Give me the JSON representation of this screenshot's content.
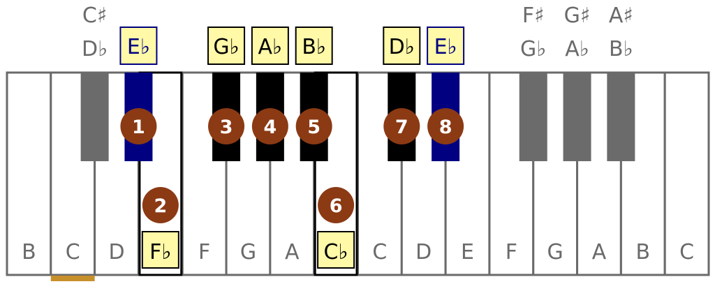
{
  "colors": {
    "inactive_black_key": "#6b6b6b",
    "scale_black_key": "#000000",
    "tonic_key": "#000080",
    "degree_circle": "#8b3a14",
    "label_highlight_fill": "#fff9a8",
    "label_gray": "#6a6a6a",
    "root_marker": "#c8902a"
  },
  "white_keys": [
    {
      "label": "B"
    },
    {
      "label": "C",
      "root_marker": true
    },
    {
      "label": "D"
    },
    {
      "label": "F♭",
      "in_scale": true,
      "degree": "2"
    },
    {
      "label": "F"
    },
    {
      "label": "G"
    },
    {
      "label": "A"
    },
    {
      "label": "C♭",
      "in_scale": true,
      "degree": "6"
    },
    {
      "label": "C"
    },
    {
      "label": "D"
    },
    {
      "label": "E"
    },
    {
      "label": "F"
    },
    {
      "label": "G"
    },
    {
      "label": "A"
    },
    {
      "label": "B"
    },
    {
      "label": "C"
    }
  ],
  "black_keys": [
    {
      "after_white": 1,
      "state": "inactive",
      "labels": [
        "C♯",
        "D♭"
      ]
    },
    {
      "after_white": 2,
      "state": "tonic",
      "labels": [
        "E♭"
      ],
      "degree": "1"
    },
    {
      "after_white": 4,
      "state": "scale",
      "labels": [
        "G♭"
      ],
      "degree": "3"
    },
    {
      "after_white": 5,
      "state": "scale",
      "labels": [
        "A♭"
      ],
      "degree": "4"
    },
    {
      "after_white": 6,
      "state": "scale",
      "labels": [
        "B♭"
      ],
      "degree": "5"
    },
    {
      "after_white": 8,
      "state": "scale",
      "labels": [
        "D♭"
      ],
      "degree": "7"
    },
    {
      "after_white": 9,
      "state": "tonic",
      "labels": [
        "E♭"
      ],
      "degree": "8"
    },
    {
      "after_white": 11,
      "state": "inactive",
      "labels": [
        "F♯",
        "G♭"
      ]
    },
    {
      "after_white": 12,
      "state": "inactive",
      "labels": [
        "G♯",
        "A♭"
      ]
    },
    {
      "after_white": 13,
      "state": "inactive",
      "labels": [
        "A♯",
        "B♭"
      ]
    }
  ]
}
